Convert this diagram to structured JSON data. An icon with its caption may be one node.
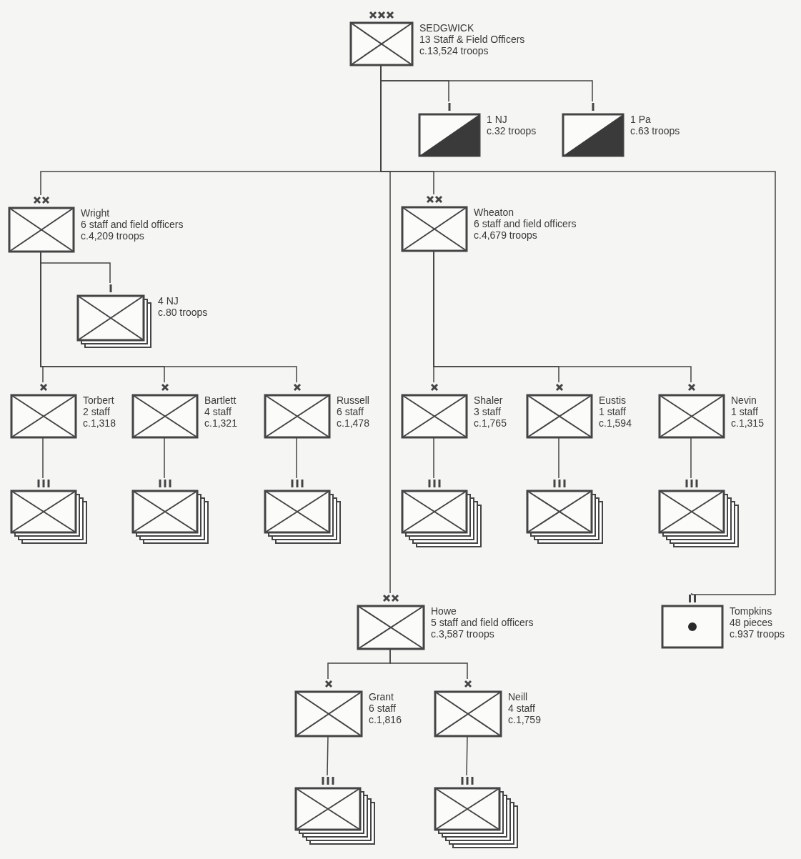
{
  "diagram": {
    "nodes": [
      {
        "text": [
          "SEDGWICK",
          "13 Staff & Field Officers",
          "c.13,524 troops"
        ]
      },
      {
        "text": [
          "1 NJ",
          "c.32 troops"
        ]
      },
      {
        "text": [
          "1 Pa",
          "c.63 troops"
        ]
      },
      {
        "text": [
          "Wright",
          "6 staff and field officers",
          "c.4,209 troops"
        ]
      },
      {
        "text": [
          "Wheaton",
          "6 staff and field officers",
          "c.4,679 troops"
        ]
      },
      {
        "text": [
          "4 NJ",
          "c.80 troops"
        ]
      },
      {
        "text": [
          "Torbert",
          "2 staff",
          "c.1,318"
        ]
      },
      {
        "text": [
          "Bartlett",
          "4 staff",
          "c.1,321"
        ]
      },
      {
        "text": [
          "Russell",
          "6 staff",
          "c.1,478"
        ]
      },
      {
        "text": [
          "Shaler",
          "3 staff",
          "c.1,765"
        ]
      },
      {
        "text": [
          "Eustis",
          "1 staff",
          "c.1,594"
        ]
      },
      {
        "text": [
          "Nevin",
          "1 staff",
          "c.1,315"
        ]
      },
      {
        "text": [],
        "shape": "box"
      },
      {
        "text": [],
        "shape": "box"
      },
      {
        "text": [],
        "shape": "box"
      },
      {
        "text": [],
        "shape": "box"
      },
      {
        "text": [],
        "shape": "box"
      },
      {
        "text": [],
        "shape": "box"
      },
      {
        "text": [
          "Howe",
          "5 staff and field officers",
          "c.3,587 troops"
        ]
      },
      {
        "text": [
          "Tompkins",
          "48 pieces",
          "c.937 troops"
        ]
      },
      {
        "text": [
          "Grant",
          "6 staff",
          "c.1,816"
        ]
      },
      {
        "text": [
          "Neill",
          "4 staff",
          "c.1,759"
        ]
      },
      {
        "text": [],
        "shape": "box"
      },
      {
        "text": [],
        "shape": "box"
      }
    ],
    "edges": [
      {
        "from": 0,
        "to": 1,
        "arrow": "none"
      },
      {
        "from": 0,
        "to": 2,
        "arrow": "none"
      },
      {
        "from": 0,
        "to": 3,
        "arrow": "none"
      },
      {
        "from": 0,
        "to": 4,
        "arrow": "none"
      },
      {
        "from": 0,
        "to": 18,
        "arrow": "none"
      },
      {
        "from": 0,
        "to": 19,
        "arrow": "none"
      },
      {
        "from": 3,
        "to": 5,
        "arrow": "none"
      },
      {
        "from": 3,
        "to": 6,
        "arrow": "none"
      },
      {
        "from": 3,
        "to": 7,
        "arrow": "none"
      },
      {
        "from": 3,
        "to": 8,
        "arrow": "none"
      },
      {
        "from": 4,
        "to": 9,
        "arrow": "none"
      },
      {
        "from": 4,
        "to": 10,
        "arrow": "none"
      },
      {
        "from": 4,
        "to": 11,
        "arrow": "none"
      },
      {
        "from": 6,
        "to": 12,
        "arrow": "none"
      },
      {
        "from": 7,
        "to": 13,
        "arrow": "none"
      },
      {
        "from": 8,
        "to": 14,
        "arrow": "none"
      },
      {
        "from": 9,
        "to": 15,
        "arrow": "none"
      },
      {
        "from": 10,
        "to": 16,
        "arrow": "none"
      },
      {
        "from": 11,
        "to": 17,
        "arrow": "none"
      },
      {
        "from": 18,
        "to": 20,
        "arrow": "none"
      },
      {
        "from": 18,
        "to": 21,
        "arrow": "none"
      },
      {
        "from": 20,
        "to": 22,
        "arrow": "none"
      },
      {
        "from": 21,
        "to": 23,
        "arrow": "none"
      }
    ]
  }
}
